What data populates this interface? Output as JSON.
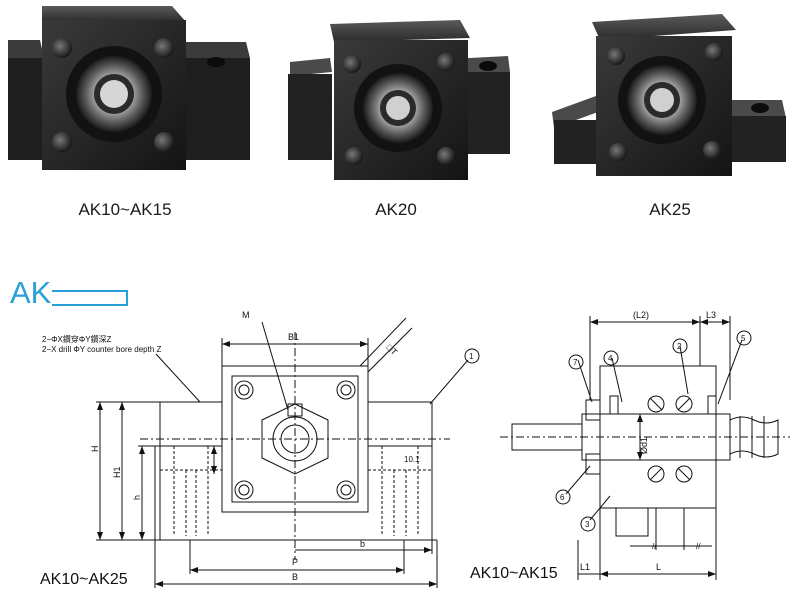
{
  "photos": [
    {
      "caption": "AK10~AK15"
    },
    {
      "caption": "AK20"
    },
    {
      "caption": "AK25"
    }
  ],
  "section": {
    "title": "AK",
    "accent_color": "#2aa0d8"
  },
  "front_view": {
    "note_cn": "2−ΦX鑽穿ΦY鑽深Z",
    "note_en": "2−X drill ΦY counter bore depth Z",
    "labels": {
      "m": "M",
      "b1": "B1",
      "dt": "□T",
      "h": "H",
      "h1": "H1",
      "h_small": "h",
      "p": "P",
      "b_small": "b",
      "b": "B",
      "dim_101": "10.1",
      "part1": "1"
    },
    "caption": "AK10~AK25"
  },
  "section_view": {
    "labels": {
      "l2": "(L2)",
      "l3": "L3",
      "d1": "Ød1",
      "l1": "L1",
      "l": "L"
    },
    "parts": [
      "7",
      "4",
      "2",
      "5",
      "6",
      "3"
    ],
    "caption": "AK10~AK15"
  }
}
